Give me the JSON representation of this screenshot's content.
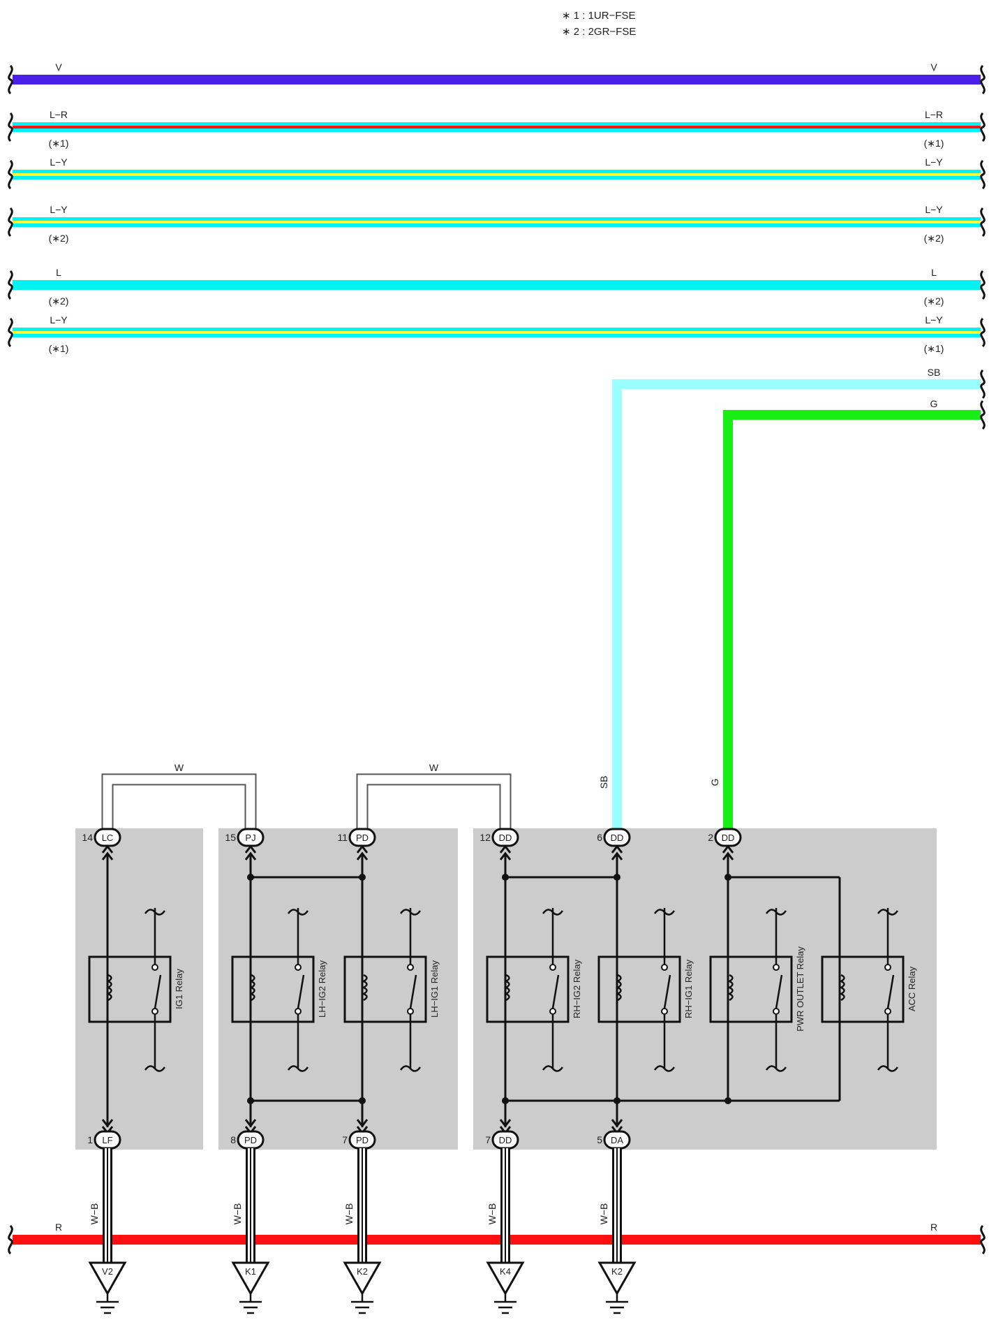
{
  "notes": [
    {
      "key": "*1",
      "text": "∗ 1 : 1UR−FSE"
    },
    {
      "key": "*2",
      "text": "∗ 2 : 2GR−FSE"
    }
  ],
  "colors": {
    "V": "#4a1fe6",
    "L": "#00f2f2",
    "R": "#ff1111",
    "Y": "#ffff33",
    "SB": "#99ffff",
    "G": "#16ee16",
    "W": "#ffffff",
    "relay_box": "#cccccc"
  },
  "buses": [
    {
      "id": "v",
      "code": "V",
      "colors": [
        "V"
      ],
      "note": ""
    },
    {
      "id": "lr",
      "code": "L−R",
      "colors": [
        "L",
        "R"
      ],
      "note": "(∗1)"
    },
    {
      "id": "ly1",
      "code": "L−Y",
      "colors": [
        "L",
        "Y"
      ],
      "note": ""
    },
    {
      "id": "ly2",
      "code": "L−Y",
      "colors": [
        "L",
        "Y"
      ],
      "note": "(∗2)"
    },
    {
      "id": "l",
      "code": "L",
      "colors": [
        "L"
      ],
      "note": "(∗2)"
    },
    {
      "id": "ly3",
      "code": "L−Y",
      "colors": [
        "L",
        "Y"
      ],
      "note": "(∗1)"
    },
    {
      "id": "r",
      "code": "R",
      "colors": [
        "R"
      ],
      "note": ""
    }
  ],
  "feed_wires": [
    {
      "id": "sb",
      "code": "SB"
    },
    {
      "id": "g",
      "code": "G"
    }
  ],
  "jumpers": [
    {
      "id": "w1",
      "code": "W"
    },
    {
      "id": "w2",
      "code": "W"
    }
  ],
  "relays": [
    {
      "id": "ig1",
      "name": "IG1 Relay"
    },
    {
      "id": "lh_ig2",
      "name": "LH−IG2 Relay"
    },
    {
      "id": "lh_ig1",
      "name": "LH−IG1 Relay"
    },
    {
      "id": "rh_ig2",
      "name": "RH−IG2 Relay"
    },
    {
      "id": "rh_ig1",
      "name": "RH−IG1 Relay"
    },
    {
      "id": "pwr",
      "name": "PWR OUTLET Relay"
    },
    {
      "id": "acc",
      "name": "ACC Relay"
    }
  ],
  "top_pins": [
    {
      "id": "t1",
      "num": "14",
      "code": "LC"
    },
    {
      "id": "t2",
      "num": "15",
      "code": "PJ"
    },
    {
      "id": "t3",
      "num": "11",
      "code": "PD"
    },
    {
      "id": "t4",
      "num": "12",
      "code": "DD"
    },
    {
      "id": "t5",
      "num": "6",
      "code": "DD"
    },
    {
      "id": "t6",
      "num": "2",
      "code": "DD"
    }
  ],
  "bottom_pins": [
    {
      "id": "b1",
      "num": "1",
      "code": "LF"
    },
    {
      "id": "b2",
      "num": "8",
      "code": "PD"
    },
    {
      "id": "b3",
      "num": "7",
      "code": "PD"
    },
    {
      "id": "b4",
      "num": "7",
      "code": "DD"
    },
    {
      "id": "b5",
      "num": "5",
      "code": "DA"
    }
  ],
  "ground_wires": [
    {
      "id": "gw1",
      "code": "W−B"
    },
    {
      "id": "gw2",
      "code": "W−B"
    },
    {
      "id": "gw3",
      "code": "W−B"
    },
    {
      "id": "gw4",
      "code": "W−B"
    },
    {
      "id": "gw5",
      "code": "W−B"
    }
  ],
  "grounds": [
    {
      "id": "g1",
      "code": "V2"
    },
    {
      "id": "g2",
      "code": "K1"
    },
    {
      "id": "g3",
      "code": "K2"
    },
    {
      "id": "g4",
      "code": "K4"
    },
    {
      "id": "g5",
      "code": "K2"
    }
  ]
}
